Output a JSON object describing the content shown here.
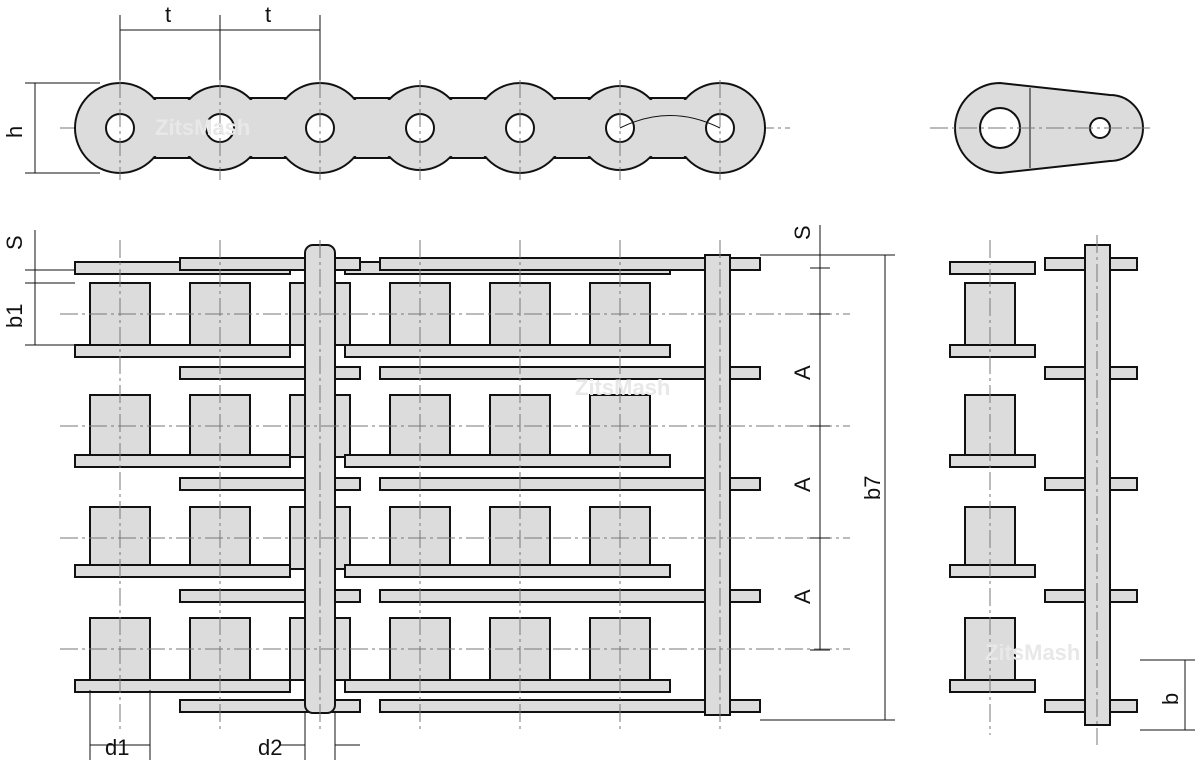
{
  "labels": {
    "pitch_1": "t",
    "pitch_2": "t",
    "height": "h",
    "plate_thickness_left": "S",
    "inner_width": "b1",
    "plate_thickness_right": "S",
    "transverse_pitch_1": "A",
    "transverse_pitch_2": "A",
    "transverse_pitch_3": "A",
    "overall_width": "b7",
    "roller_diameter": "d1",
    "pin_diameter": "d2",
    "end_width": "b"
  },
  "watermark": "ZitsMash",
  "colors": {
    "part_fill": "#dcdcdc",
    "outline": "#111111"
  }
}
